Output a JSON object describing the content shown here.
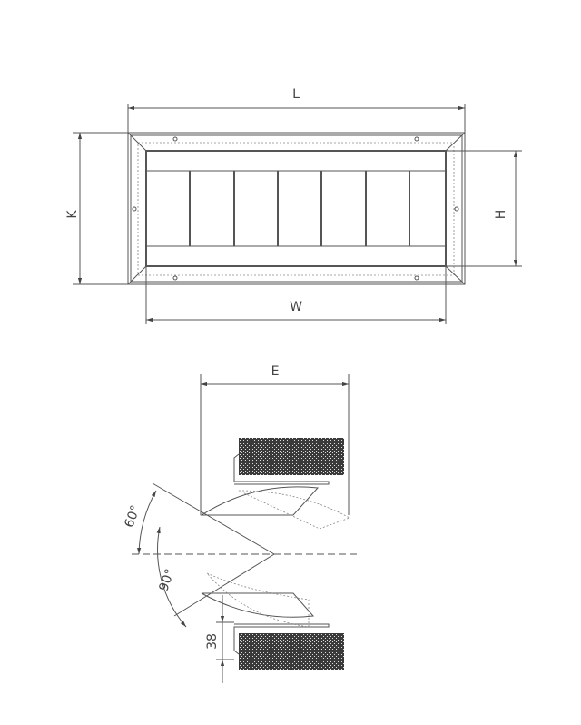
{
  "front_view": {
    "dimensions": {
      "length": "L",
      "height_outer": "K",
      "height_inner": "H",
      "width_inner": "W"
    }
  },
  "section_view": {
    "dimensions": {
      "depth": "E",
      "gap": "38"
    },
    "angles": {
      "upper": "60°",
      "lower": "90°"
    }
  },
  "colors": {
    "line": "#555555",
    "hatch": "#3a3a3a"
  }
}
